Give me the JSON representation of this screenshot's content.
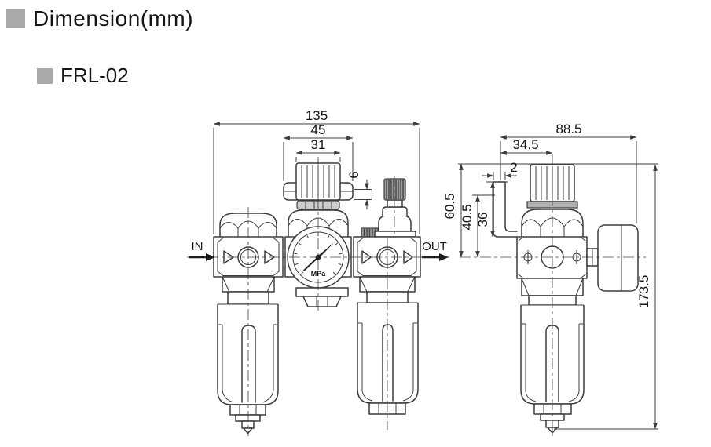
{
  "header": {
    "section_title": "Dimension(mm)",
    "model_label": "FRL-02"
  },
  "front_view": {
    "labels": {
      "inlet": "IN",
      "outlet": "OUT",
      "gauge_unit": "MPa"
    },
    "dims": {
      "overall_width": "135",
      "mount_plate_width": "45",
      "knob_width": "31",
      "panel_plate_thickness": "6"
    }
  },
  "side_view": {
    "dims": {
      "overall_depth": "88.5",
      "bracket_to_knob_center": "34.5",
      "bracket_thickness": "2",
      "top_to_port_center": "60.5",
      "bracket_step_to_center": "40.5",
      "bracket_height": "36",
      "overall_height": "173.5"
    }
  },
  "colors": {
    "line": "#3c3c3c",
    "bullet": "#a9a9a9",
    "knurl": "#9b9b9b",
    "washer": "#b0b0b0",
    "nut": "#cccccc",
    "text": "#141414"
  }
}
